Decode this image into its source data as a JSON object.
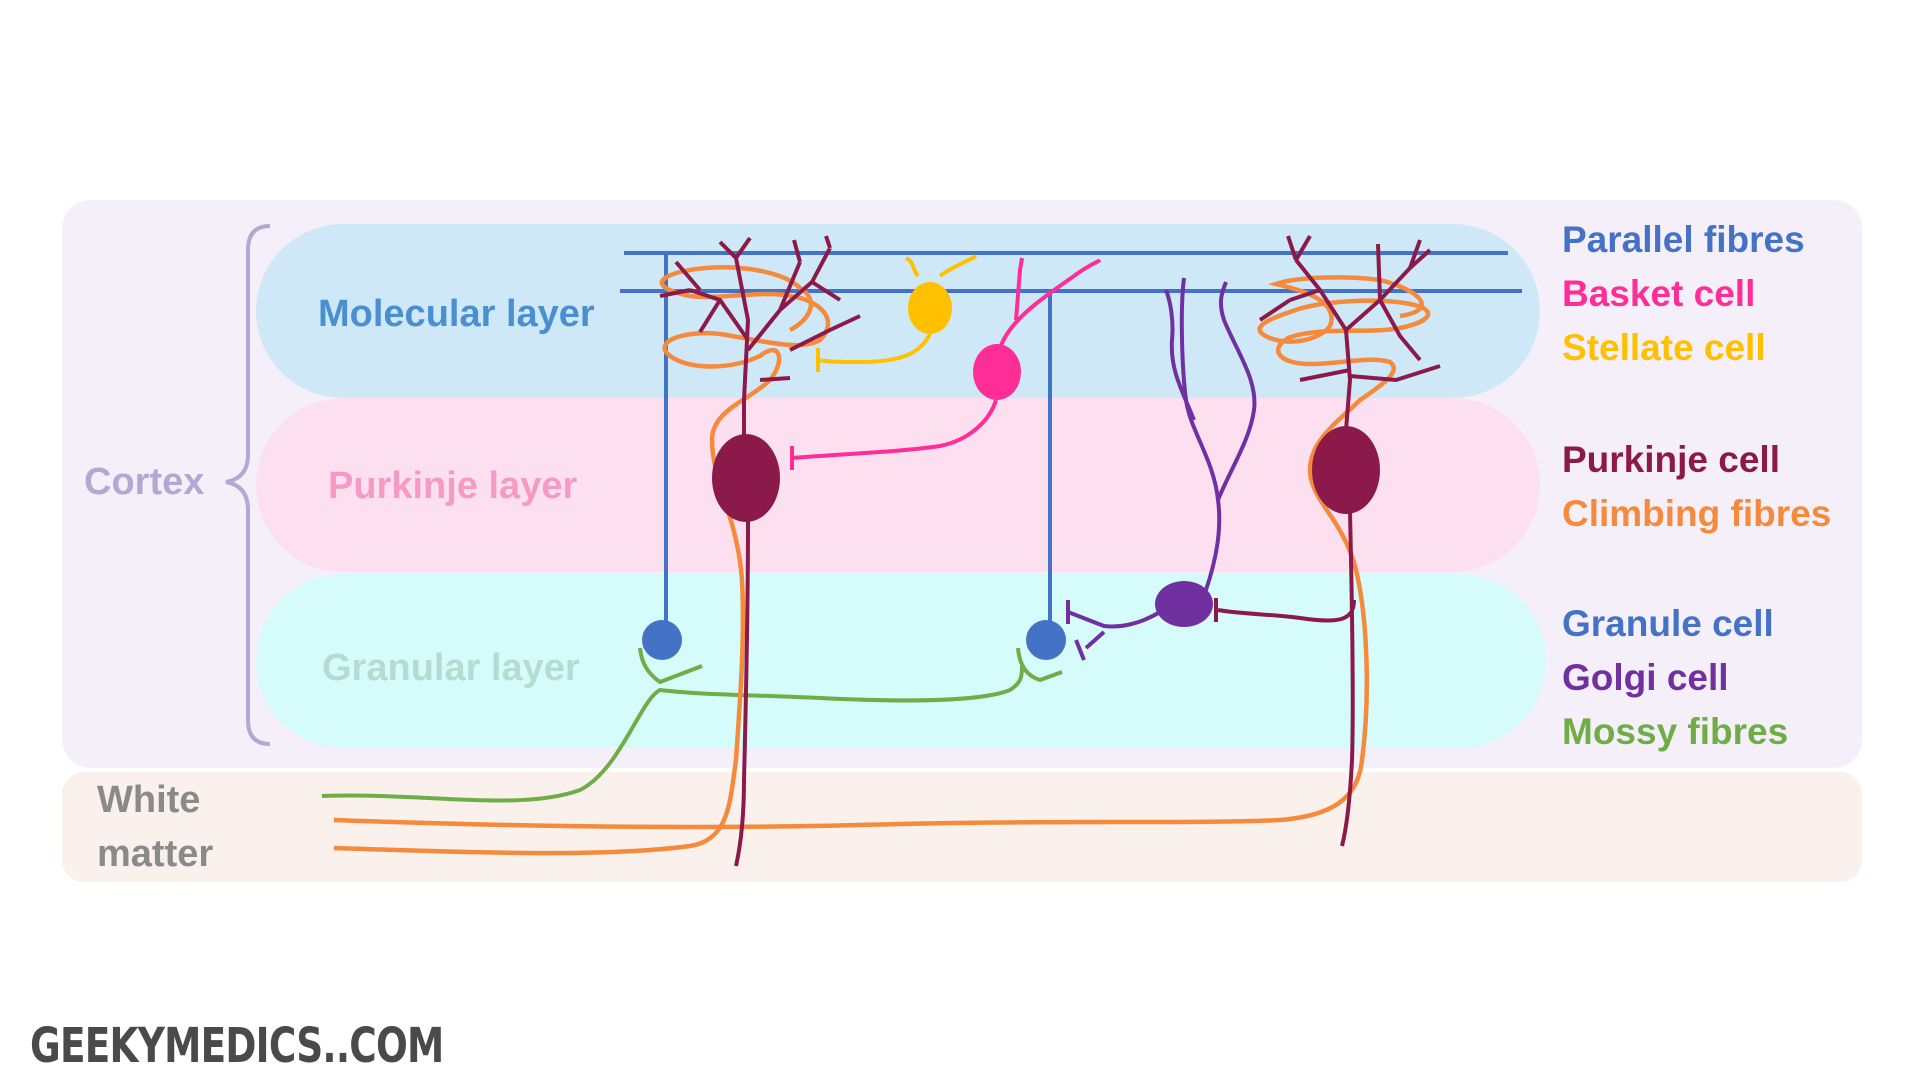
{
  "labels": {
    "cortex": "Cortex",
    "white_matter_line1": "White",
    "white_matter_line2": "matter",
    "molecular_layer": "Molecular layer",
    "purkinje_layer": "Purkinje layer",
    "granular_layer": "Granular layer"
  },
  "legend": {
    "parallel_fibres": "Parallel fibres",
    "basket_cell": "Basket cell",
    "stellate_cell": "Stellate cell",
    "purkinje_cell": "Purkinje cell",
    "climbing_fibres": "Climbing fibres",
    "granule_cell": "Granule cell",
    "golgi_cell": "Golgi cell",
    "mossy_fibres": "Mossy fibres"
  },
  "watermark": "GEEKYMEDICS..COM",
  "colors": {
    "parallel_fibres": "#4472c4",
    "basket_cell": "#ff2d96",
    "stellate_cell": "#ffc000",
    "purkinje_cell": "#8b1a4a",
    "climbing_fibres": "#f58a3c",
    "granule_cell": "#4472c4",
    "golgi_cell": "#7030a0",
    "mossy_fibres": "#70ad47",
    "cortex_bg": "#f5effa",
    "white_matter_bg": "#faf0ec",
    "molecular_bg": "#cfe8f8",
    "purkinje_bg": "#fde0f0",
    "granular_bg": "#d6fbfb"
  }
}
